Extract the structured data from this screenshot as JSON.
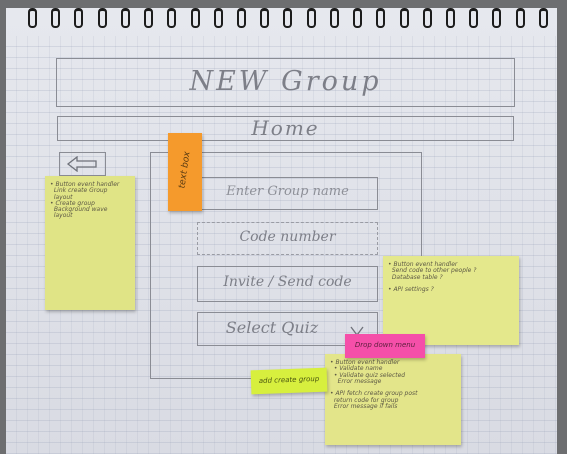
{
  "sketch": {
    "title_box": "NEW Group",
    "home_box": "Home",
    "back_button_icon": "arrow-left-icon",
    "inputs": [
      {
        "label": "Enter Group name"
      },
      {
        "label": "Code number"
      }
    ],
    "invite_button": "Invite / Send code",
    "select_dropdown": "Select Quiz",
    "dropdown_icon": "chevron-down-icon"
  },
  "notes": {
    "left_note": "• Button event handler\n  Link create Group\n  layout\n• Create group\n  Background wave\n  layout",
    "right_note": "• Button event handler\n  Send code to other people ?\n  Database table ?\n\n• API settings ?",
    "bottom_note": "• Button event handler\n  • Validate name\n  • Validate quiz selected\n    Error message\n\n• API fetch create group post\n  return code for group\n  Error message if fails",
    "text_box_tag": "text box",
    "dropdown_tag": "Drop down menu",
    "green_tag": "add create group"
  },
  "colors": {
    "yellow_note": "#e3e68a",
    "orange_tag": "#f59a2c",
    "pink_tag": "#f54fa9",
    "green_tag": "#d7ef3e"
  }
}
